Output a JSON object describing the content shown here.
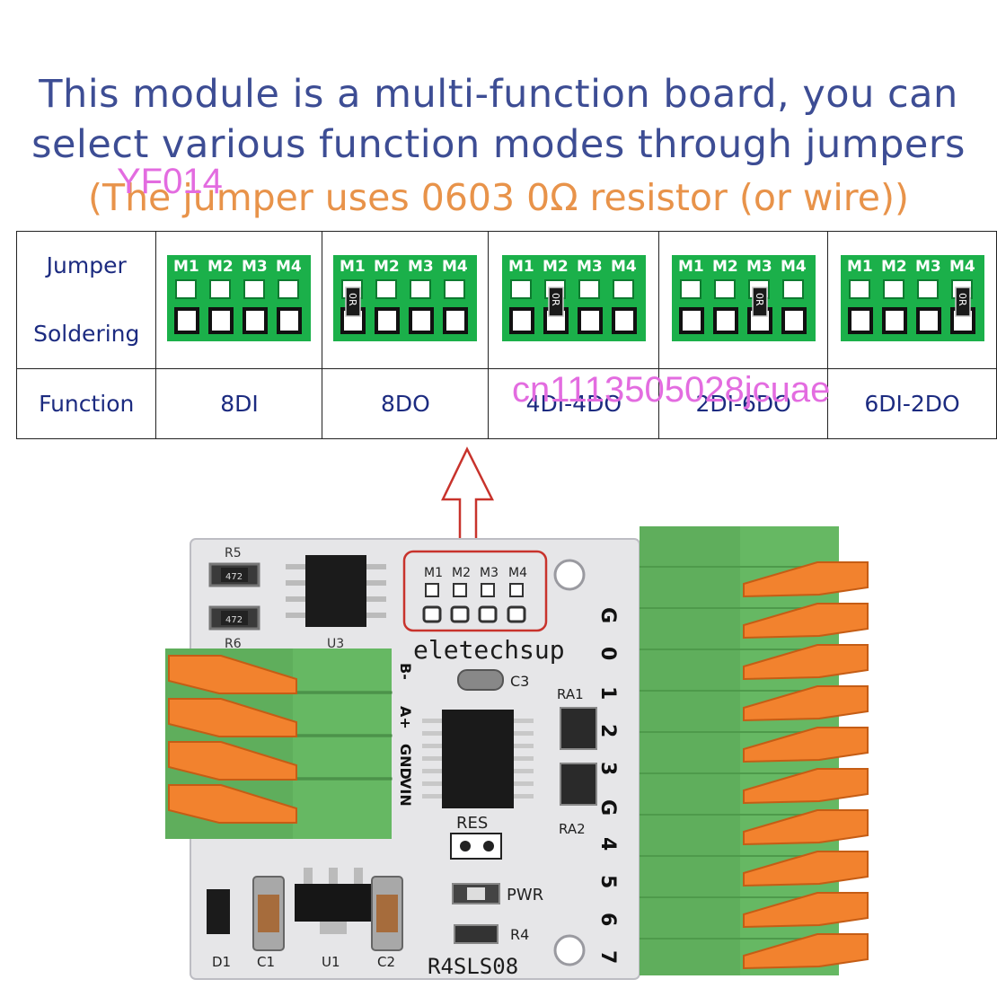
{
  "headline": {
    "line1": "This module is a multi-function board, you can",
    "line2": "select various function modes through jumpers",
    "line3": "(The jumper uses 0603 0Ω resistor (or wire))"
  },
  "watermarks": {
    "small": "YF014",
    "large": "cn1113505028jcuae"
  },
  "table": {
    "row_jumper_label": "Jumper",
    "row_soldering_label": "Soldering",
    "row_function_label": "Function",
    "pads": [
      "M1",
      "M2",
      "M3",
      "M4"
    ],
    "resistor_mark": "0R",
    "functions": [
      "8DI",
      "8DO",
      "4DI-4DO",
      "2DI-6DO",
      "6DI-2DO"
    ]
  },
  "colors": {
    "headline": "#3d4d94",
    "note": "#e8934a",
    "watermark": "#e36ce0",
    "pcb_green": "#1bb04a",
    "terminal_green": "#5fae5c",
    "terminal_orange": "#f2822e",
    "arrow_red": "#c8332c"
  },
  "board": {
    "brand": "eletechsup",
    "model": "R4SLS08",
    "pads": [
      "M1",
      "M2",
      "M3",
      "M4"
    ],
    "labels": {
      "r5": "R5",
      "r6": "R6",
      "u3": "U3",
      "c3": "C3",
      "ra1": "RA1",
      "ra2": "RA2",
      "res": "RES",
      "pwr": "PWR",
      "r4": "R4",
      "d1": "D1",
      "c1": "C1",
      "u1": "U1",
      "c2": "C2",
      "resistor_code": "472"
    },
    "left_terminal": [
      "B-",
      "A+",
      "GND",
      "VIN"
    ],
    "right_terminal": [
      "G",
      "0",
      "1",
      "2",
      "3",
      "G",
      "4",
      "5",
      "6",
      "7"
    ]
  }
}
